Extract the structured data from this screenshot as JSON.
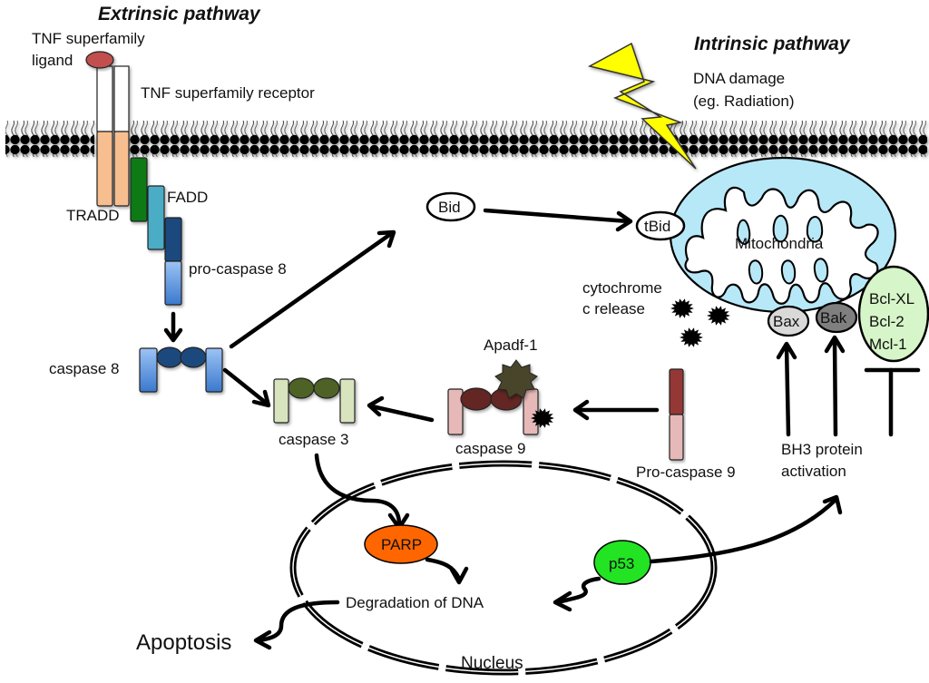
{
  "titles": {
    "extrinsic": "Extrinsic pathway",
    "intrinsic": "Intrinsic pathway"
  },
  "labels": {
    "tnf_ligand_line1": "TNF superfamily",
    "tnf_ligand_line2": "ligand",
    "tnf_receptor": "TNF superfamily receptor",
    "tradd": "TRADD",
    "fadd": "FADD",
    "pro_caspase_8": "pro-caspase 8",
    "caspase_8": "caspase 8",
    "caspase_3": "caspase 3",
    "caspase_9": "caspase 9",
    "apadf1": "Apadf-1",
    "pro_caspase_9": "Pro-caspase 9",
    "bid": "Bid",
    "tbid": "tBid",
    "mitochondria": "Mitochondria",
    "cytochrome_line1": "cytochrome",
    "cytochrome_line2": "c release",
    "bax": "Bax",
    "bak": "Bak",
    "bcl_xl": "Bcl-XL",
    "bcl_2": "Bcl-2",
    "mcl_1": "Mcl-1",
    "dna_damage_line1": "DNA damage",
    "dna_damage_line2": "(eg. Radiation)",
    "bh3_line1": "BH3 protein",
    "bh3_line2": "activation",
    "parp": "PARP",
    "p53": "p53",
    "degradation": "Degradation of DNA",
    "apoptosis": "Apoptosis",
    "nucleus": "Nucleus"
  },
  "colors": {
    "ligand": "#c0504d",
    "receptor_top": "#ffffff",
    "tradd": "#f7be8f",
    "fadd_green": "#0a7a14",
    "fadd_teal": "#4bacc6",
    "dd_navy": "#1f497d",
    "caspase8_light": "#6fa0e0",
    "caspase8_dark": "#1f497d",
    "caspase3_light": "#d7e4bd",
    "caspase3_dark": "#4f6228",
    "caspase9_light": "#e6b9b8",
    "caspase9_dark": "#632523",
    "procasp9_dark": "#953735",
    "apaf": "#4a452a",
    "mito_fill": "#b7e8f7",
    "bax": "#d9d9d9",
    "bak": "#7f7f7f",
    "bcl": "#d6f5c8",
    "parp": "#ff6600",
    "p53": "#22e422",
    "lightning": "#ffff00"
  }
}
